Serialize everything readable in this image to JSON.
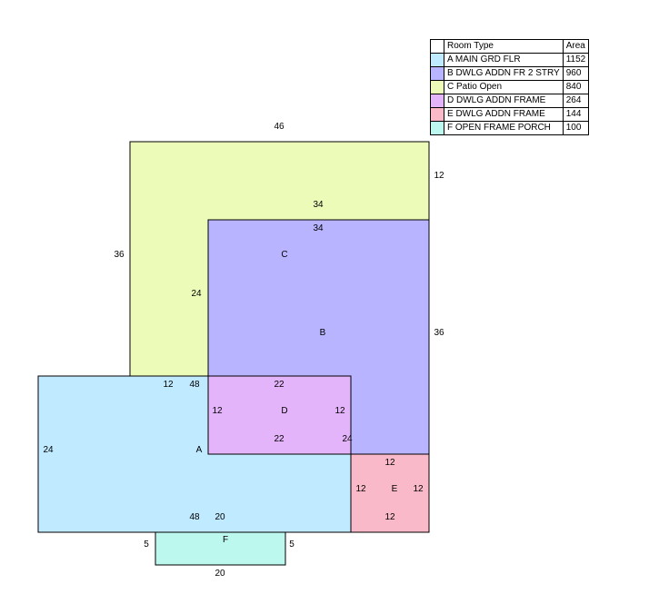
{
  "legend": {
    "header_type": "Room Type",
    "header_area": "Area",
    "rows": [
      {
        "name": "A MAIN GRD FLR",
        "area": "1152",
        "color": "#bfeaff"
      },
      {
        "name": "B DWLG ADDN FR 2 STRY",
        "area": "960",
        "color": "#b8b4ff"
      },
      {
        "name": "C Patio Open",
        "area": "840",
        "color": "#ecfcb8"
      },
      {
        "name": "D DWLG ADDN FRAME",
        "area": "264",
        "color": "#e4b4fa"
      },
      {
        "name": "E DWLG ADDN FRAME",
        "area": "144",
        "color": "#fab9c8"
      },
      {
        "name": "F OPEN FRAME PORCH",
        "area": "100",
        "color": "#bcf8ee"
      }
    ]
  },
  "rooms": {
    "A": {
      "letter": "A",
      "dims": [
        "12",
        "48",
        "24",
        "48",
        "20"
      ]
    },
    "B": {
      "letter": "B",
      "dims": [
        "34",
        "36"
      ]
    },
    "C": {
      "letter": "C",
      "dims": [
        "46",
        "12",
        "34",
        "36",
        "24"
      ]
    },
    "D": {
      "letter": "D",
      "dims": [
        "22",
        "12",
        "12",
        "22",
        "24"
      ]
    },
    "E": {
      "letter": "E",
      "dims": [
        "12",
        "12",
        "12",
        "12"
      ]
    },
    "F": {
      "letter": "F",
      "dims": [
        "5",
        "5",
        "20"
      ]
    }
  }
}
